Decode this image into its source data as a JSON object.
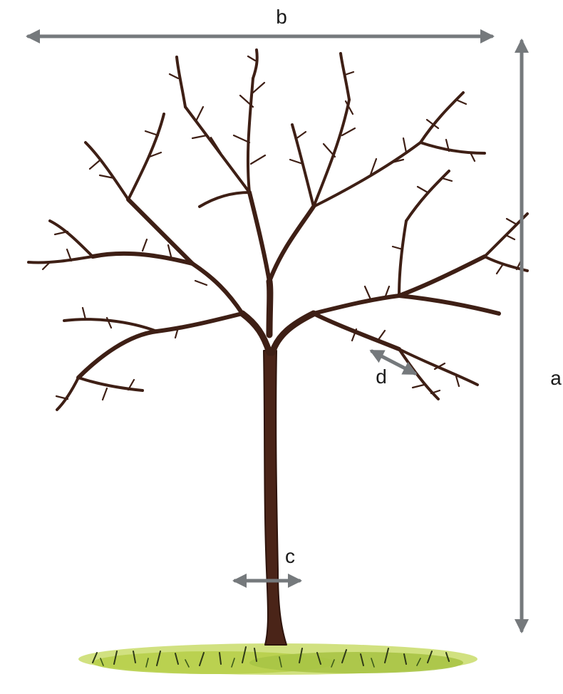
{
  "labels": {
    "width": "b",
    "height": "a",
    "trunk_diameter": "c",
    "branch_segment": "d"
  },
  "colors": {
    "arrow": "#75797c",
    "trunk": "#3e1f15",
    "grass_light": "#b7cf4a",
    "grass_dark": "#2f3a18"
  }
}
